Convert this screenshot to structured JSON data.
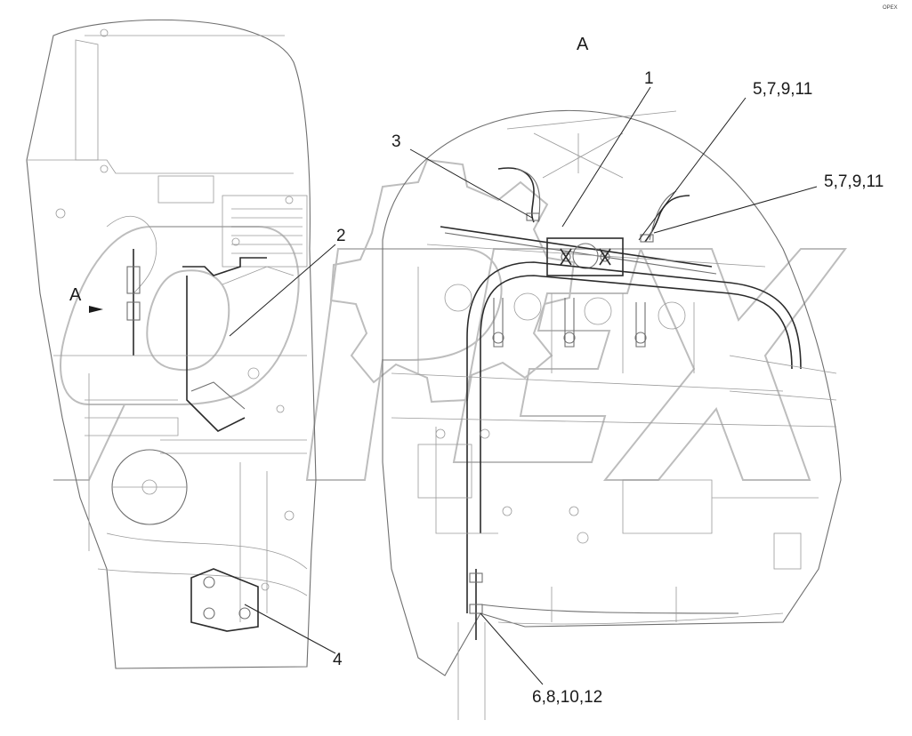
{
  "view_mark_left": "A",
  "view_mark_title": "A",
  "corner_mark": "ОРЕХ",
  "watermark": "OPEX",
  "callouts": {
    "c1": "1",
    "c2": "2",
    "c3": "3",
    "c4": "4",
    "c5a": "5,7,9,11",
    "c5b": "5,7,9,11",
    "c6": "6,8,10,12"
  }
}
